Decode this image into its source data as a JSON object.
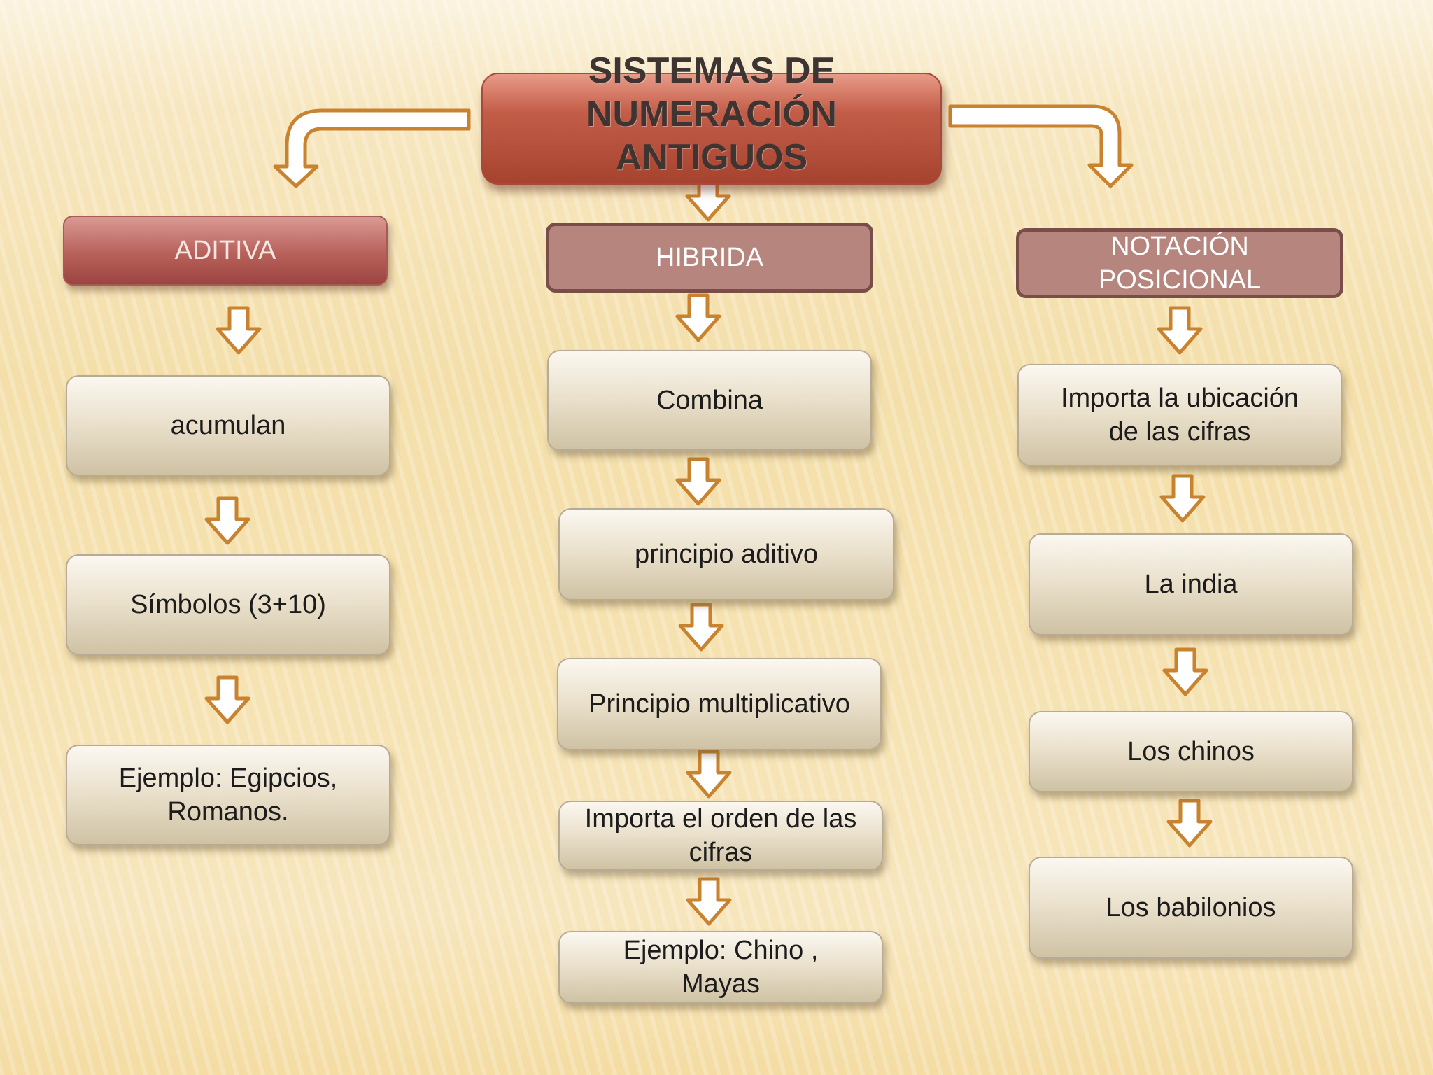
{
  "title": "SISTEMAS DE\nNUMERACIÓN\nANTIGUOS",
  "categories": {
    "aditiva": "ADITIVA",
    "hibrida": "HIBRIDA",
    "posicional": "NOTACIÓN\nPOSICIONAL"
  },
  "aditiva": {
    "items": [
      "acumulan",
      "Símbolos (3+10)",
      "Ejemplo:  Egipcios,\nRomanos."
    ]
  },
  "hibrida": {
    "items": [
      "Combina",
      "principio aditivo",
      "Principio multiplicativo",
      "Importa el orden de las\ncifras",
      "Ejemplo: Chino ,\nMayas"
    ]
  },
  "posicional": {
    "items": [
      "Importa la ubicación\nde las cifras",
      "La india",
      "Los chinos",
      "Los babilonios"
    ]
  },
  "colors": {
    "arrow_stroke": "#c9822e",
    "title_fill": "#a6432f"
  }
}
